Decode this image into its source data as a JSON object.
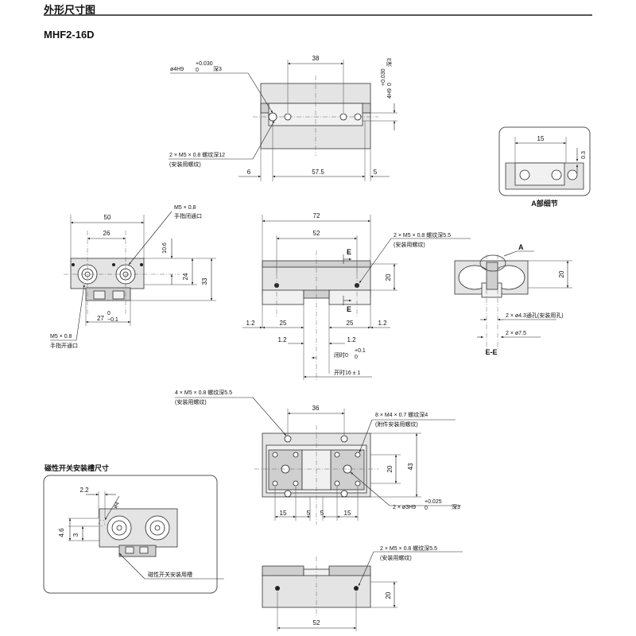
{
  "header": {
    "title": "外形尺寸图"
  },
  "model": "MHF2-16D",
  "top_view": {
    "w38": "38",
    "bore_label": "ø4H9",
    "bore_tol_up": "+0.030",
    "bore_tol_low": "0",
    "bore_depth": "深3",
    "side_label": "4H9",
    "side_tol_up": "+0.030",
    "side_tol_low": "0",
    "side_depth": "深3",
    "screw_label": "2 × M5 × 0.8  螺纹深12",
    "screw_note": "(安装用螺纹)",
    "w6": "6",
    "w57_5": "57.5",
    "w5": "5"
  },
  "detail_a": {
    "w15": "15",
    "h0_3": "0.3",
    "caption": "A部细节"
  },
  "left_view": {
    "w50": "50",
    "w26": "26",
    "port_top": "M5 × 0.8",
    "port_top_note": "手指闭通口",
    "h10_6": "10.6",
    "h24": "24",
    "h33": "33",
    "w27": "27",
    "w27_tol_up": "0",
    "w27_tol_low": "−0.1",
    "port_bottom": "M5 × 0.8",
    "port_bottom_note": "手指开通口"
  },
  "front_view": {
    "w72": "72",
    "w52": "52",
    "screw_label": "2 × M5 × 0.8  螺纹深5.5",
    "screw_note": "(安装用螺纹)",
    "section_e_top": "E",
    "section_e_bottom": "E",
    "h20": "20",
    "w1_2_left": "1.2",
    "w25_left": "25",
    "w25_right": "25",
    "w1_2_right": "1.2",
    "w1_2_a": "1.2",
    "w1_2_b": "1.2",
    "closed_label": "闭时0",
    "closed_tol_up": "+0.1",
    "closed_tol_low": "0",
    "open_label": "开时16 ± 1"
  },
  "section_ee": {
    "a_label": "A",
    "h20": "20",
    "thru_label": "2 × ø4.3通孔(安装用孔)",
    "cb_label": "2 × ø7.5",
    "caption": "E-E"
  },
  "bottom_view": {
    "screw_label": "4 × M5 × 0.8 螺纹深5.5",
    "screw_note": "(安装用螺纹)",
    "w36": "36",
    "m4_label": "8 × M4 × 0.7 螺纹深4",
    "m4_note": "(附件安装用螺纹)",
    "h20": "20",
    "h43": "43",
    "w15_left": "15",
    "w5_a": "5",
    "w5_b": "5",
    "w15_right": "15",
    "pin_label": "2 × ø3H9",
    "pin_tol_up": "+0.025",
    "pin_tol_low": "0",
    "pin_depth": "深3"
  },
  "switch_box": {
    "title": "磁性开关安装槽尺寸",
    "w2_2": "2.2",
    "d4": "ø4",
    "h4_6": "4.6",
    "h3": "3",
    "slot_label": "磁性开关安装用槽"
  },
  "rear_view": {
    "screw_label": "2 × M5 × 0.8 螺纹深5.5",
    "screw_note": "(安装用螺纹)",
    "h20": "20",
    "w52": "52"
  }
}
